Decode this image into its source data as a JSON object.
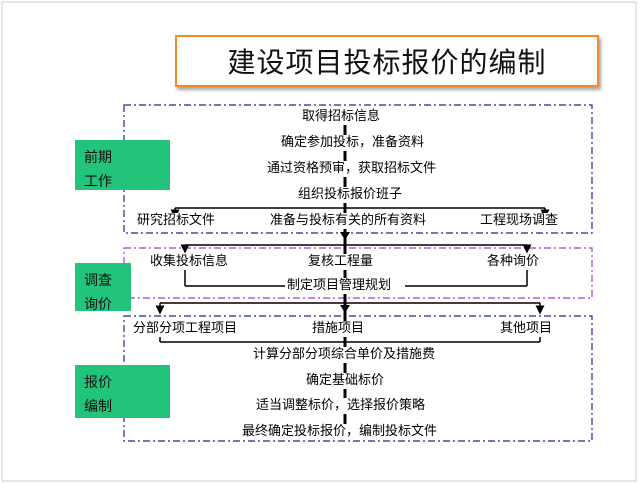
{
  "title": "建设项目投标报价的编制",
  "stages": [
    {
      "line1": "前期",
      "line2": "工作"
    },
    {
      "line1": "调查",
      "line2": "询价"
    },
    {
      "line1": "报价",
      "line2": "编制"
    }
  ],
  "steps": {
    "s1": "取得招标信息",
    "s2": "确定参加投标，准备资料",
    "s3": "通过资格预审，获取招标文件",
    "s4": "组织投标报价班子",
    "s5a": "研究招标文件",
    "s5b": "准备与投标有关的所有资料",
    "s5c": "工程现场调查",
    "s6a": "收集投标信息",
    "s6b": "复核工程量",
    "s6c": "各种询价",
    "s7": "制定项目管理规划",
    "s8a": "分部分项工程项目",
    "s8b": "措施项目",
    "s8c": "其他项目",
    "s9": "计算分部分项综合单价及措施费",
    "s10": "确定基础标价",
    "s11": "适当调整标价，选择报价策略",
    "s12": "最终确定投标报价，编制投标文件"
  }
}
